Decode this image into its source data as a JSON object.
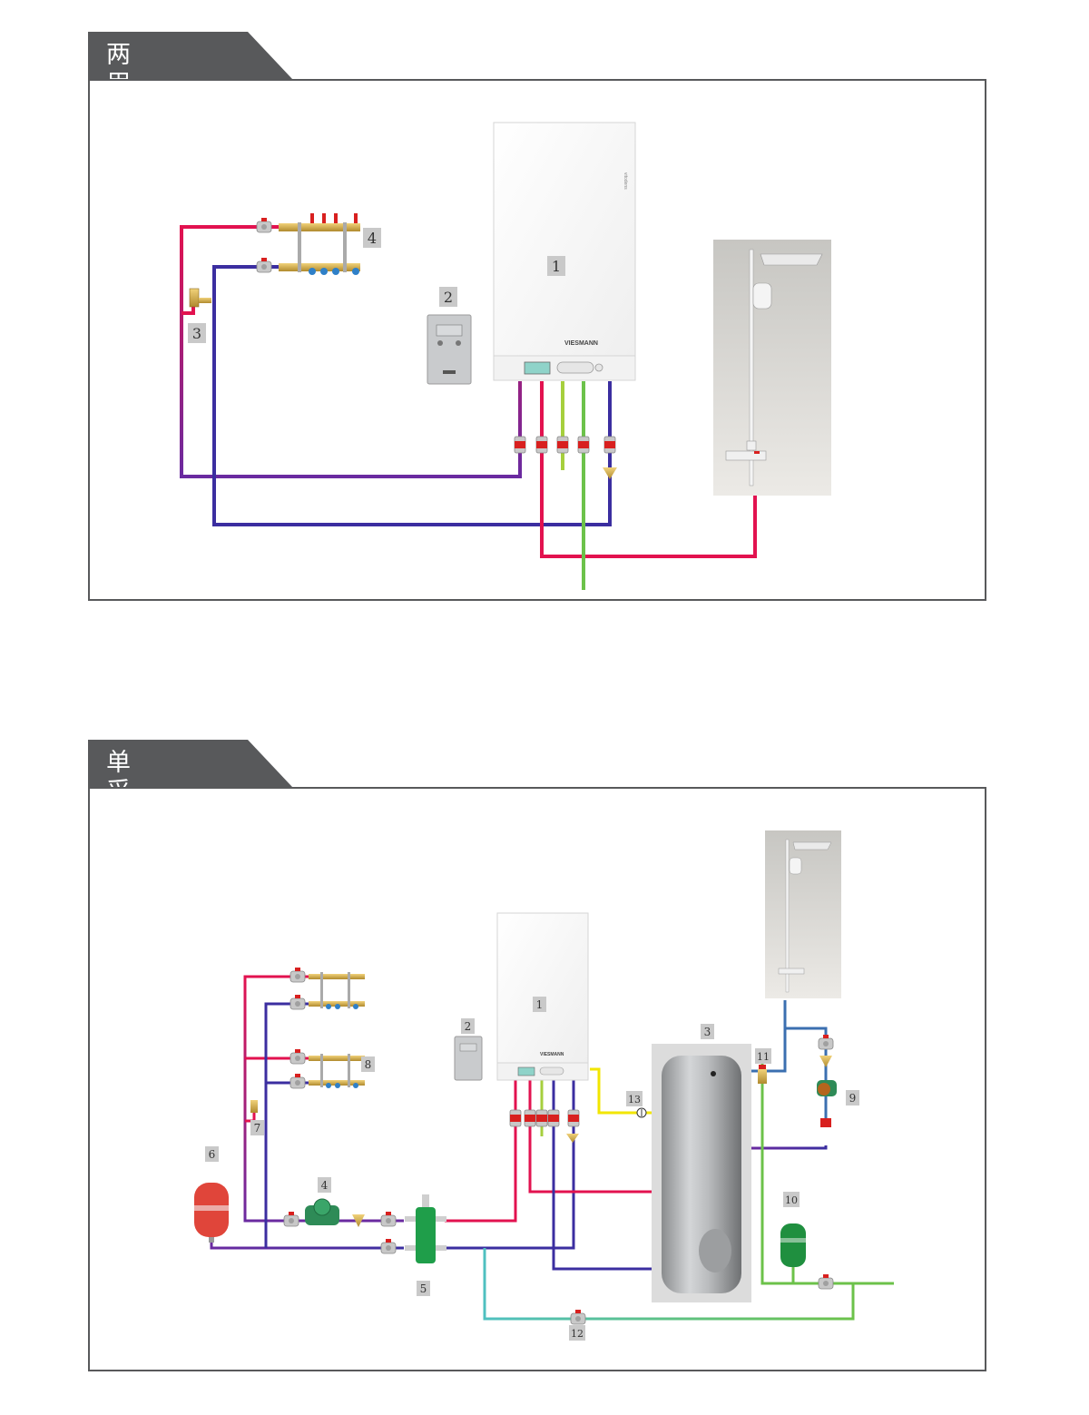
{
  "sections": [
    {
      "title": "两用炉系统",
      "labels": [
        "1",
        "2",
        "3",
        "4"
      ],
      "boiler_brand": "VIESMANN"
    },
    {
      "title": "单采暖系统",
      "labels": [
        "1",
        "2",
        "3",
        "4",
        "5",
        "6",
        "7",
        "8",
        "9",
        "10",
        "11",
        "12",
        "13"
      ],
      "boiler_brand": "VIESMANN"
    }
  ],
  "colors": {
    "hot_pipe": "#e2124f",
    "return_pipe": "#3b2ea0",
    "gas_pipe": "#8cc63f",
    "cold_pipe": "#5ec26a",
    "dhw_link_pipe": "#f2e600",
    "tab_bg": "#58595b",
    "frame": "#58595b"
  },
  "icons": [
    "boiler-icon",
    "thermostat-icon",
    "shower-icon",
    "manifold-icon",
    "valve-icon",
    "pump-icon",
    "expansion-tank-icon",
    "storage-tank-icon",
    "hydraulic-separator-icon"
  ]
}
